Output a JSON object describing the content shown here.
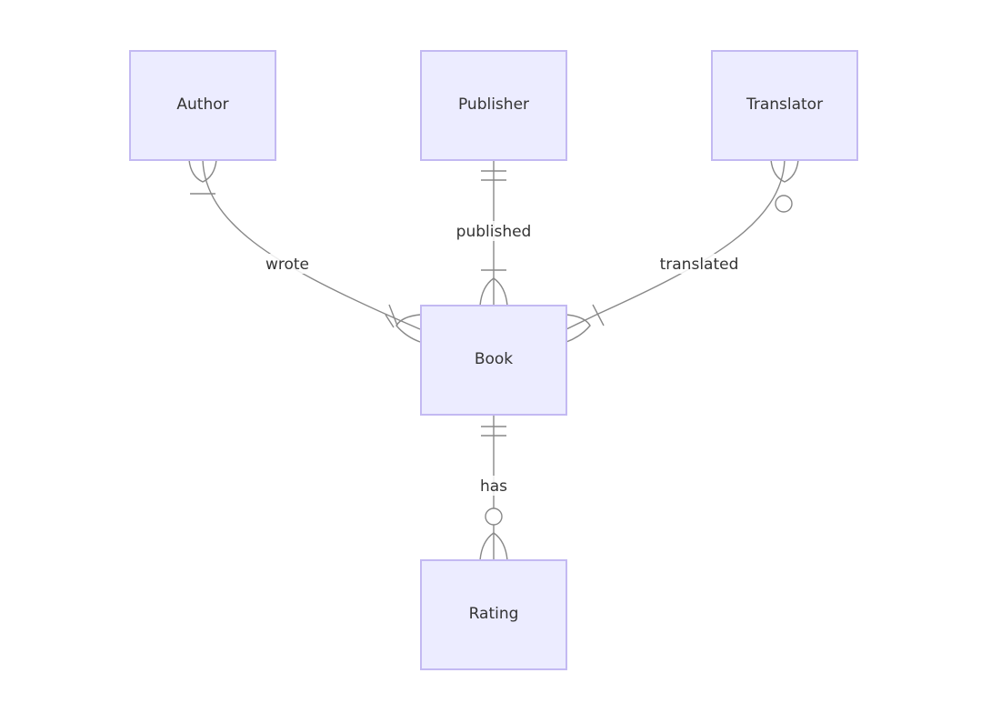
{
  "diagram": {
    "entities": {
      "author": "Author",
      "publisher": "Publisher",
      "translator": "Translator",
      "book": "Book",
      "rating": "Rating"
    },
    "relationships": {
      "wrote": "wrote",
      "published": "published",
      "translated": "translated",
      "has": "has"
    }
  }
}
